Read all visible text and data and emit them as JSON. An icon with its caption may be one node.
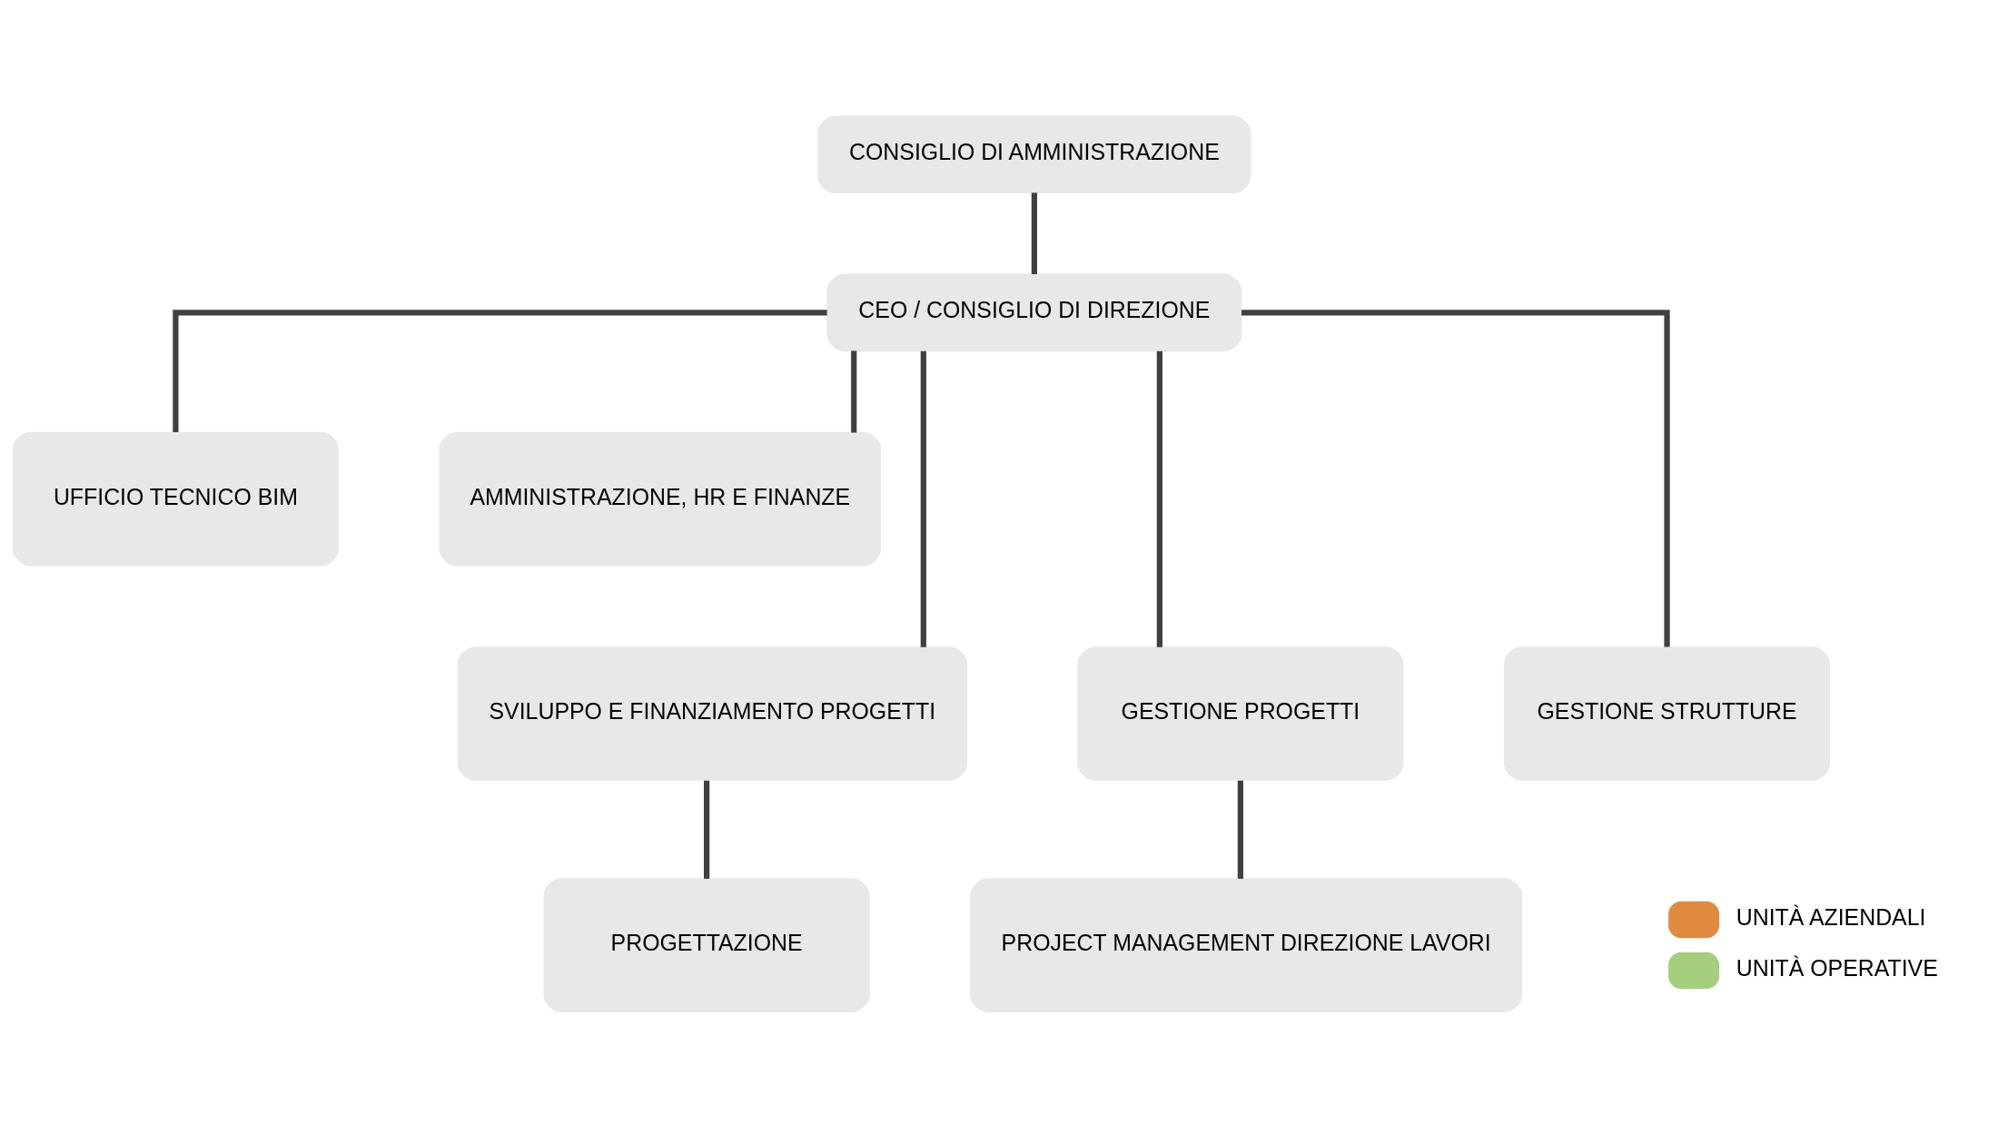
{
  "diagram": {
    "nodes": [
      {
        "text": [
          "CONSIGLIO DI AMMINISTRAZIONE"
        ]
      },
      {
        "text": [
          "CEO / CONSIGLIO DI DIREZIONE"
        ]
      },
      {
        "text": [
          "UFFICIO TECNICO BIM"
        ]
      },
      {
        "text": [
          "AMMINISTRAZIONE, HR E FINANZE"
        ]
      },
      {
        "text": [
          "SVILUPPO E FINANZIAMENTO PROGETTI"
        ]
      },
      {
        "text": [
          "GESTIONE PROGETTI"
        ]
      },
      {
        "text": [
          "GESTIONE STRUTTURE"
        ]
      },
      {
        "text": [
          "PROGETTAZIONE"
        ]
      },
      {
        "text": [
          "PROJECT MANAGEMENT DIREZIONE LAVORI"
        ]
      }
    ],
    "edges": [
      {
        "from": 0,
        "to": 1,
        "arrow": "none"
      },
      {
        "from": 1,
        "to": 2,
        "arrow": "none"
      },
      {
        "from": 1,
        "to": 3,
        "arrow": "none"
      },
      {
        "from": 1,
        "to": 4,
        "arrow": "none"
      },
      {
        "from": 1,
        "to": 5,
        "arrow": "none"
      },
      {
        "from": 1,
        "to": 6,
        "arrow": "none"
      },
      {
        "from": 4,
        "to": 7,
        "arrow": "none"
      },
      {
        "from": 5,
        "to": 8,
        "arrow": "none"
      }
    ],
    "legend": [
      {
        "text": "UNITÀ AZIENDALI",
        "color": "#e08b3e"
      },
      {
        "text": "UNITÀ OPERATIVE",
        "color": "#a6cf7d"
      }
    ]
  }
}
